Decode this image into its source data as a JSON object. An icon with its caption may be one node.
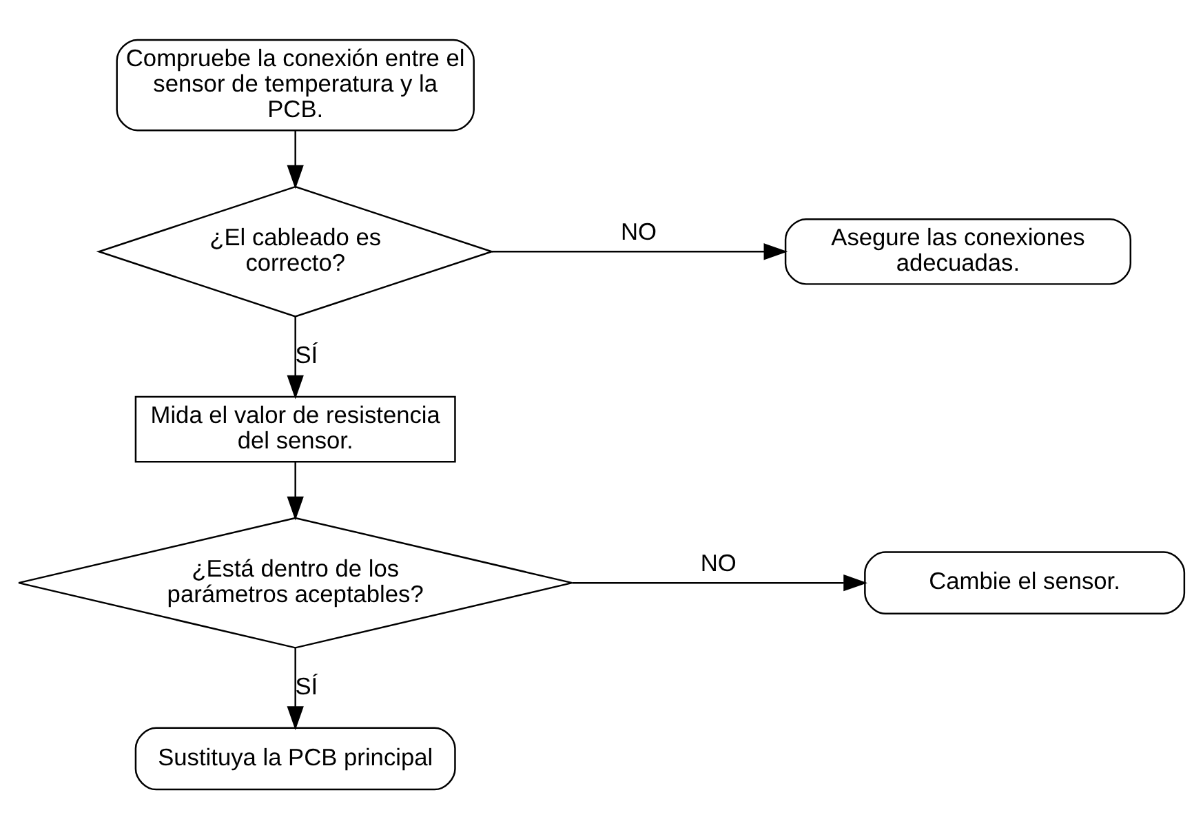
{
  "diagram": {
    "nodes": [
      {
        "text": [
          "Compruebe la conexión entre el sensor de temperatura y la PCB."
        ]
      },
      {
        "text": [
          "¿El cableado es correcto?"
        ]
      },
      {
        "text": [
          "Asegure las conexiones adecuadas."
        ]
      },
      {
        "text": [
          "Mida el valor de resistencia del sensor."
        ]
      },
      {
        "text": [
          "¿Está dentro de los parámetros aceptables?"
        ]
      },
      {
        "text": [
          "Cambie el sensor."
        ]
      },
      {
        "text": [
          "Sustituya la PCB principal"
        ]
      }
    ],
    "edges": [
      {
        "from": 0,
        "to": 1,
        "arrow": "to"
      },
      {
        "from": 1,
        "to": 2,
        "arrow": "to",
        "label": "NO"
      },
      {
        "from": 1,
        "to": 3,
        "arrow": "to",
        "label": "SÍ"
      },
      {
        "from": 3,
        "to": 4,
        "arrow": "to"
      },
      {
        "from": 4,
        "to": 5,
        "arrow": "to",
        "label": "NO"
      },
      {
        "from": 4,
        "to": 6,
        "arrow": "to",
        "label": "SÍ"
      }
    ]
  }
}
